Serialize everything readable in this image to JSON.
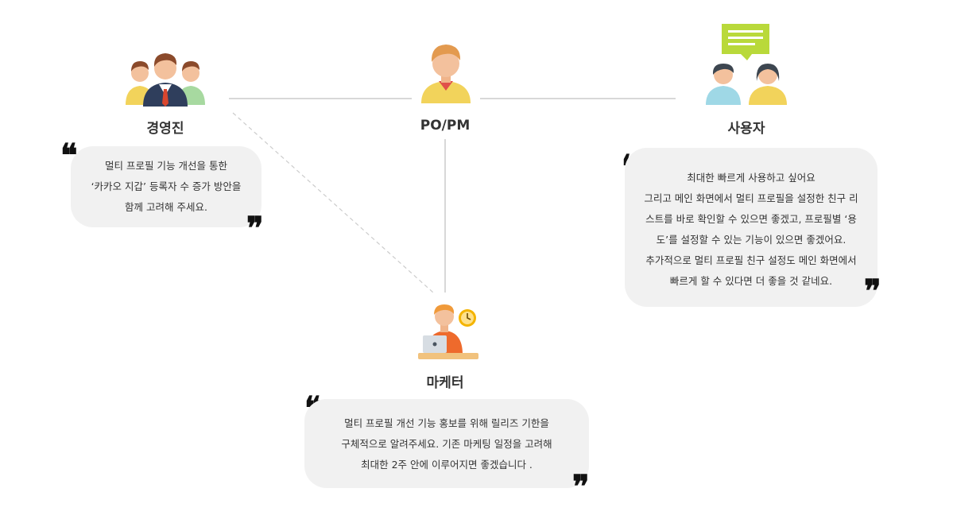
{
  "nodes": {
    "executive": {
      "label": "경영진",
      "quote_lines": [
        "멀티 프로필 기능 개선을 통한",
        "‘카카오 지갑’ 등록자 수 증가 방안을",
        "함께 고려해 주세요."
      ]
    },
    "po_pm": {
      "label": "PO/PM"
    },
    "user": {
      "label": "사용자",
      "quote_lines": [
        "최대한 빠르게 사용하고 싶어요",
        "그리고 메인 화면에서 멀티 프로필을 설정한 친구 리",
        "스트를 바로 확인할 수 있으면 좋겠고, 프로필별 ‘용",
        "도’를 설정할 수 있는 기능이 있으면 좋겠어요.",
        "추가적으로 멀티 프로필 친구 설정도 메인 화면에서",
        "빠르게 할 수 있다면 더 좋을 것 같네요."
      ]
    },
    "marketer": {
      "label": "마케터",
      "quote_lines": [
        "멀티 프로필 개선 기능 홍보를 위해 릴리즈 기한을",
        "구체적으로 알려주세요. 기존 마케팅 일정을 고려해",
        "최대한 2주 안에 이루어지면 좋겠습니다 ."
      ]
    }
  },
  "quote_marks": {
    "open": "❝",
    "close": "❞"
  },
  "colors": {
    "line": "#cccccc",
    "bubble": "#f1f1f1",
    "chat_icon": "#b9d93a",
    "marketer_shirt": "#ee6a2c",
    "clock": "#f4b400"
  }
}
